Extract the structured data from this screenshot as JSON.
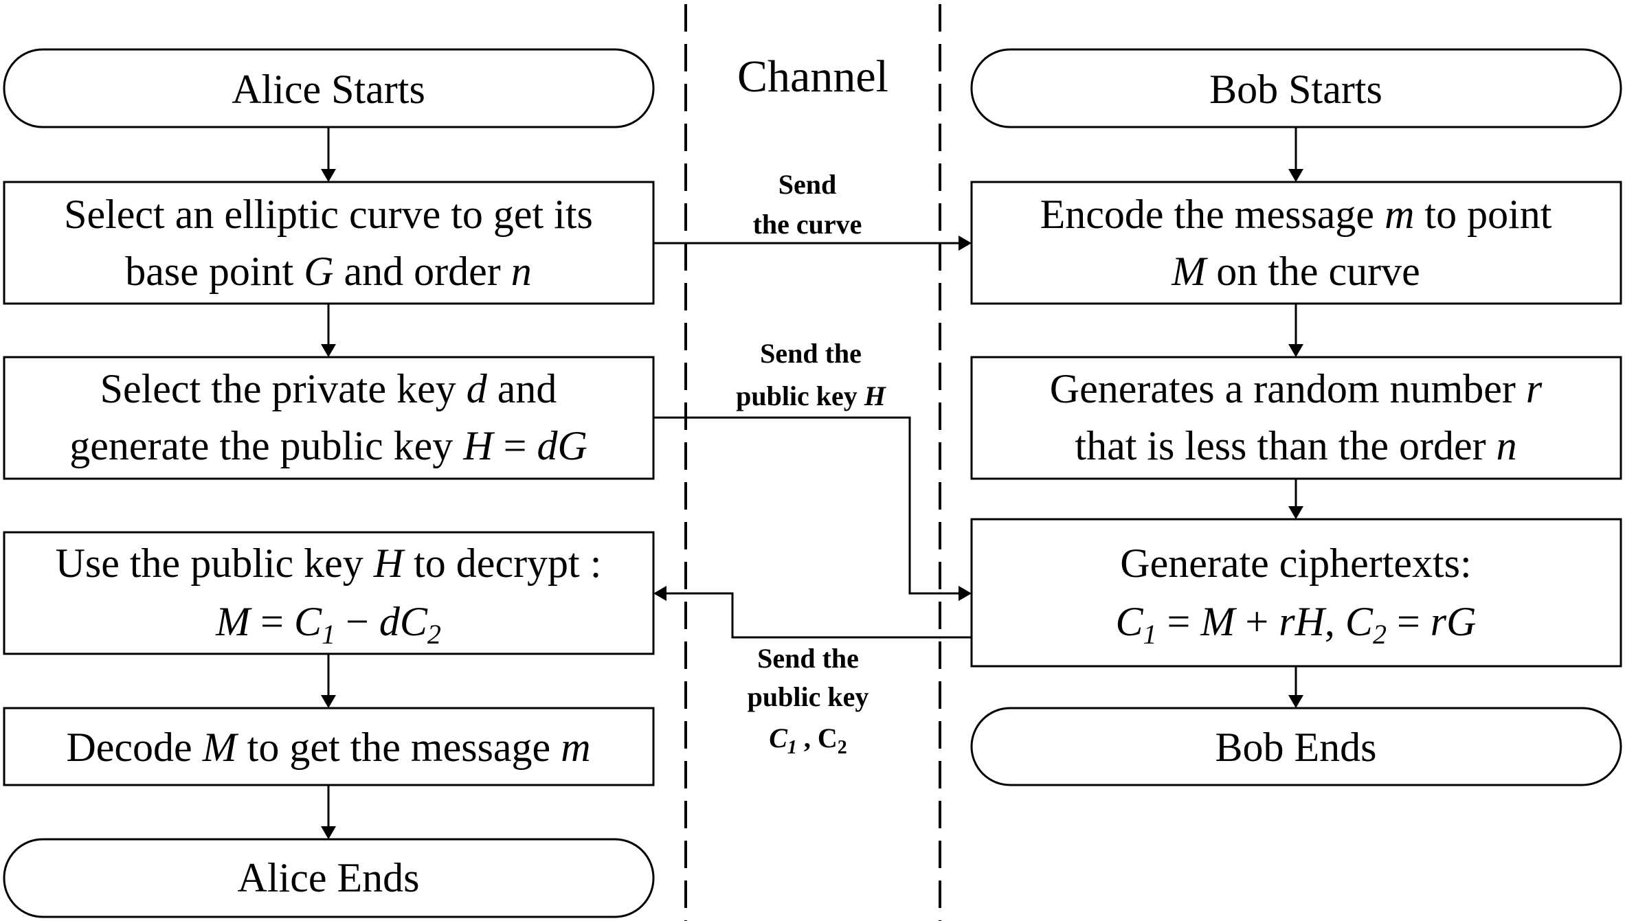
{
  "channel_label": "Channel",
  "alice": {
    "start": "Alice Starts",
    "step_curve": [
      "Select an elliptic curve to get its",
      "base point G and order n"
    ],
    "step_keys": [
      "Select the private key d and",
      "generate the public key H = dG"
    ],
    "step_decrypt": [
      "Use the public key H to decrypt :",
      "M = C1 − dC2"
    ],
    "step_decode": "Decode M to get the message m",
    "end": "Alice Ends"
  },
  "bob": {
    "start": "Bob Starts",
    "step_encode": [
      "Encode the message m to point",
      "M on the curve"
    ],
    "step_random": [
      "Generates a random number r",
      "that is less than the order n"
    ],
    "step_cipher": [
      "Generate ciphertexts:",
      "C1 = M + rH, C2 = rG"
    ],
    "end": "Bob Ends"
  },
  "messages": {
    "send_curve": [
      "Send",
      "the curve"
    ],
    "send_public_key": [
      "Send the",
      "public key H"
    ],
    "send_ciphertexts": [
      "Send the",
      "public key",
      "C1 , C2"
    ]
  }
}
